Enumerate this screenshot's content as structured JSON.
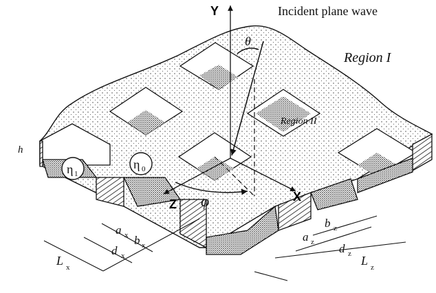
{
  "diagram": {
    "title": "Incident plane wave",
    "region1": "Region I",
    "region2": "Region II",
    "axes": {
      "y": "Y",
      "x": "X",
      "z": "Z"
    },
    "angles": {
      "theta": "θ",
      "phi": "φ"
    },
    "media": {
      "eta0": "η",
      "eta0_sub": "0",
      "eta1": "η",
      "eta1_sub": "1"
    },
    "height": "h",
    "dims": {
      "ax": "a",
      "ax_sub": "x",
      "bx": "b",
      "bx_sub": "x",
      "dx": "d",
      "dx_sub": "x",
      "Lx": "L",
      "Lx_sub": "x",
      "az": "a",
      "az_sub": "z",
      "bz": "b",
      "bz_sub": "z",
      "dz": "d",
      "dz_sub": "z",
      "Lz": "L",
      "Lz_sub": "z"
    }
  }
}
